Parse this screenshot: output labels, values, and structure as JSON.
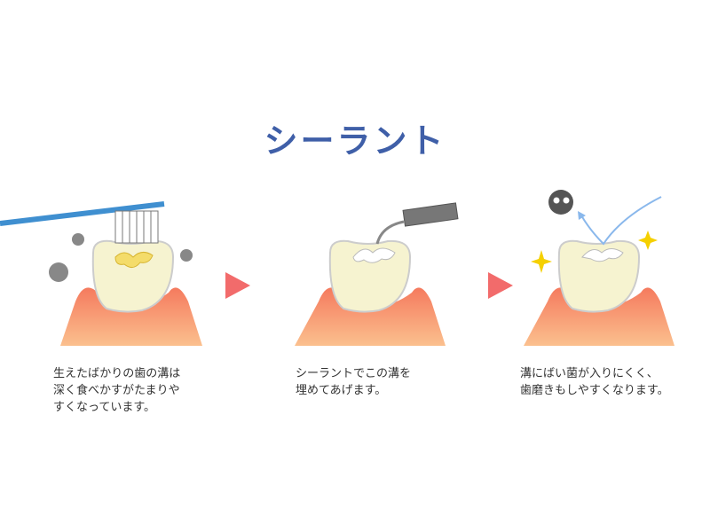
{
  "title": "シーラント",
  "steps": [
    {
      "caption": "生えたばかりの歯の溝は\n深く食べかすがたまりや\nすくなっています。"
    },
    {
      "caption": "シーラントでこの溝を\n埋めてあげます。"
    },
    {
      "caption": "溝にばい菌が入りにくく、\n歯磨きもしやすくなります。"
    }
  ],
  "colors": {
    "title": "#3f5fa8",
    "arrow": "#f26b6b",
    "gum": "#f7a27e",
    "tooth": "#f6f3d0",
    "brush": "#3f8fd0",
    "sparkle": "#f5d000"
  }
}
